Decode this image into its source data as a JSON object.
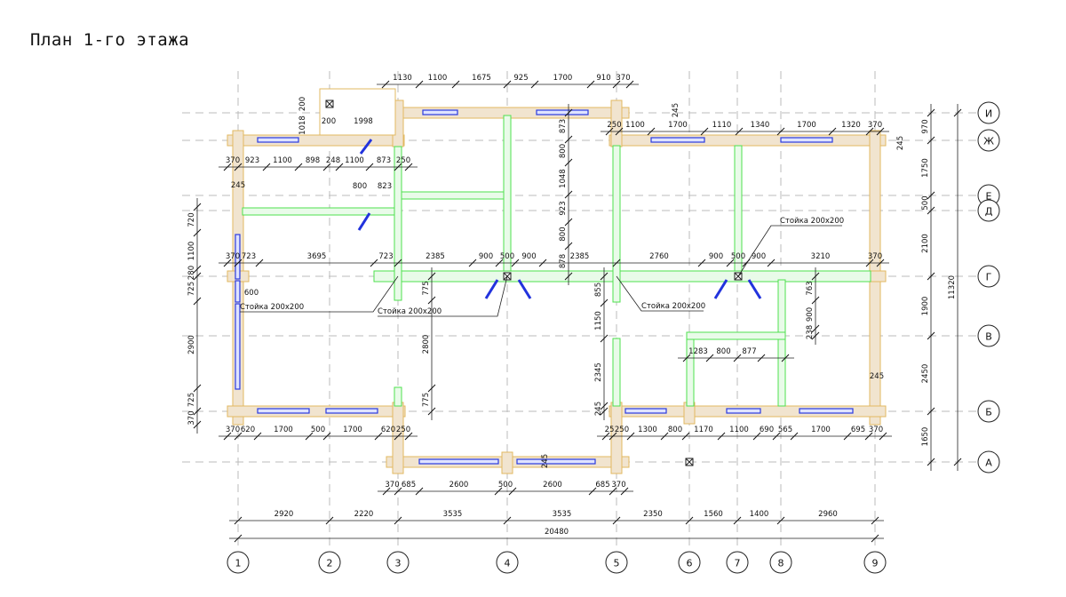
{
  "title": "План 1-го этажа",
  "axes": {
    "columns": [
      "1",
      "2",
      "3",
      "4",
      "5",
      "6",
      "7",
      "8",
      "9"
    ],
    "rows": [
      "И",
      "Ж",
      "Е",
      "Д",
      "Г",
      "В",
      "Б",
      "А"
    ]
  },
  "callouts": [
    "Стойка 200х200",
    "Стойка 200х200",
    "Стойка 200х200",
    "Стойка 200х200"
  ],
  "dimensions": {
    "top": [
      "1130",
      "1100",
      "1675",
      "925",
      "1700",
      "910",
      "370"
    ],
    "top_right": [
      "250",
      "1100",
      "1700",
      "1110",
      "1340",
      "1700",
      "1320",
      "370"
    ],
    "upper_left": [
      "370",
      "923",
      "1100",
      "898",
      "248",
      "1100",
      "873",
      "250"
    ],
    "misc_upper": [
      "200",
      "1998",
      "800",
      "823",
      "245",
      "200",
      "1018",
      "245",
      "245"
    ],
    "row_g": [
      "370",
      "723",
      "3695",
      "723",
      "2385",
      "900",
      "500",
      "900",
      "2385",
      "2760",
      "900",
      "500",
      "900",
      "3210",
      "370"
    ],
    "left_vertical": [
      "720",
      "1100",
      "280",
      "725",
      "2900",
      "725",
      "370"
    ],
    "misc_left": [
      "600"
    ],
    "col3_vertical": [
      "775",
      "2800",
      "775"
    ],
    "col5_upper_vertical": [
      "873",
      "800",
      "1048",
      "923",
      "800",
      "878"
    ],
    "col5_lower_vertical": [
      "855",
      "1150",
      "2345",
      "245"
    ],
    "right_inner_vertical": [
      "763",
      "900",
      "238"
    ],
    "room": [
      "1283",
      "800",
      "877"
    ],
    "misc_right": [
      "245"
    ],
    "bottom_left": [
      "370",
      "620",
      "1700",
      "500",
      "1700",
      "620",
      "250"
    ],
    "bottom_right": [
      "25",
      "250",
      "1300",
      "800",
      "1170",
      "1100",
      "690",
      "565",
      "1700",
      "695",
      "370"
    ],
    "bottom_lower": [
      "370",
      "685",
      "2600",
      "500",
      "2600",
      "685",
      "370",
      "245"
    ],
    "axes_horizontal": [
      "2920",
      "2220",
      "3535",
      "3535",
      "2350",
      "1560",
      "1400",
      "2960"
    ],
    "axes_horizontal_total": [
      "20480"
    ],
    "axes_vertical": [
      "970",
      "1750",
      "500",
      "2100",
      "1900",
      "2450",
      "1650"
    ],
    "axes_vertical_total": [
      "11320"
    ]
  }
}
